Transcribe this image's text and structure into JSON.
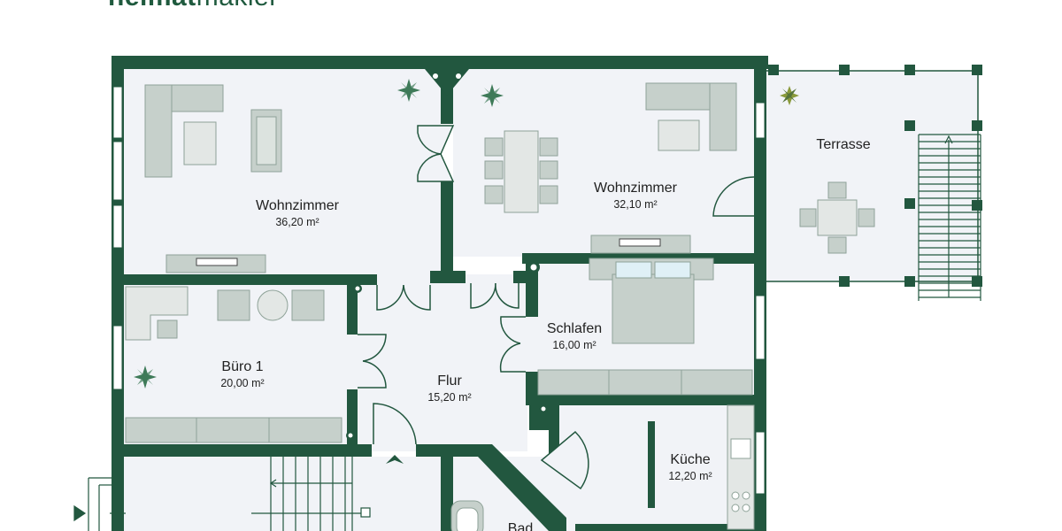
{
  "logo": {
    "bold": "heimat",
    "light": "makler"
  },
  "rooms": [
    {
      "name": "Wohnzimmer",
      "area": "36,20 m²"
    },
    {
      "name": "Wohnzimmer",
      "area": "32,10 m²"
    },
    {
      "name": "Terrasse",
      "area": ""
    },
    {
      "name": "Schlafen",
      "area": "16,00 m²"
    },
    {
      "name": "Büro 1",
      "area": "20,00 m²"
    },
    {
      "name": "Flur",
      "area": "15,20 m²"
    },
    {
      "name": "Küche",
      "area": "12,20 m²"
    },
    {
      "name": "Bad",
      "area": ""
    }
  ],
  "colors": {
    "wall": "#22573f",
    "floor": "#f1f3f7",
    "furniture": "#c6d0cb",
    "furniture_stroke": "#8ea298",
    "window": "#ffffff",
    "bed_pillow": "#dff0f6",
    "plant": "#3e7a58"
  }
}
